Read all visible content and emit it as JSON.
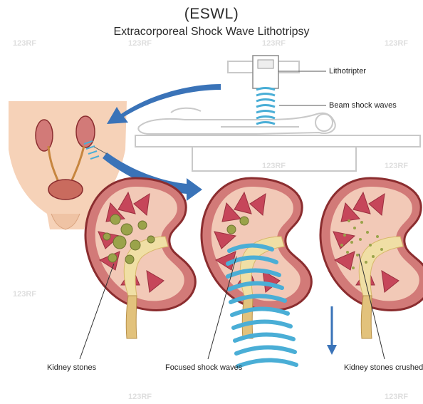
{
  "title": {
    "abbr": "(ESWL)",
    "full": "Extracorporeal Shock Wave Lithotripsy"
  },
  "labels": {
    "lithotripter": "Lithotripter",
    "beam": "Beam shock waves",
    "kidney_stones": "Kidney stones",
    "focused": "Focused shock waves",
    "crushed": "Kidney stones crushed"
  },
  "watermark": "123RF",
  "colors": {
    "kidney_outer": "#d27a78",
    "kidney_edge": "#8b2d2f",
    "kidney_inner": "#f2c9b7",
    "medulla": "#c6465a",
    "pelvis": "#f0dfa5",
    "stone": "#9aa34a",
    "wave": "#4aaed6",
    "arrow": "#3a73b8",
    "skin": "#f6d2b8",
    "table": "#c9c9c9"
  },
  "icons": [
    "kidney-icon",
    "stone-icon",
    "shock-wave-icon",
    "curved-arrow-icon",
    "lithotripter-icon",
    "patient-outline-icon"
  ]
}
